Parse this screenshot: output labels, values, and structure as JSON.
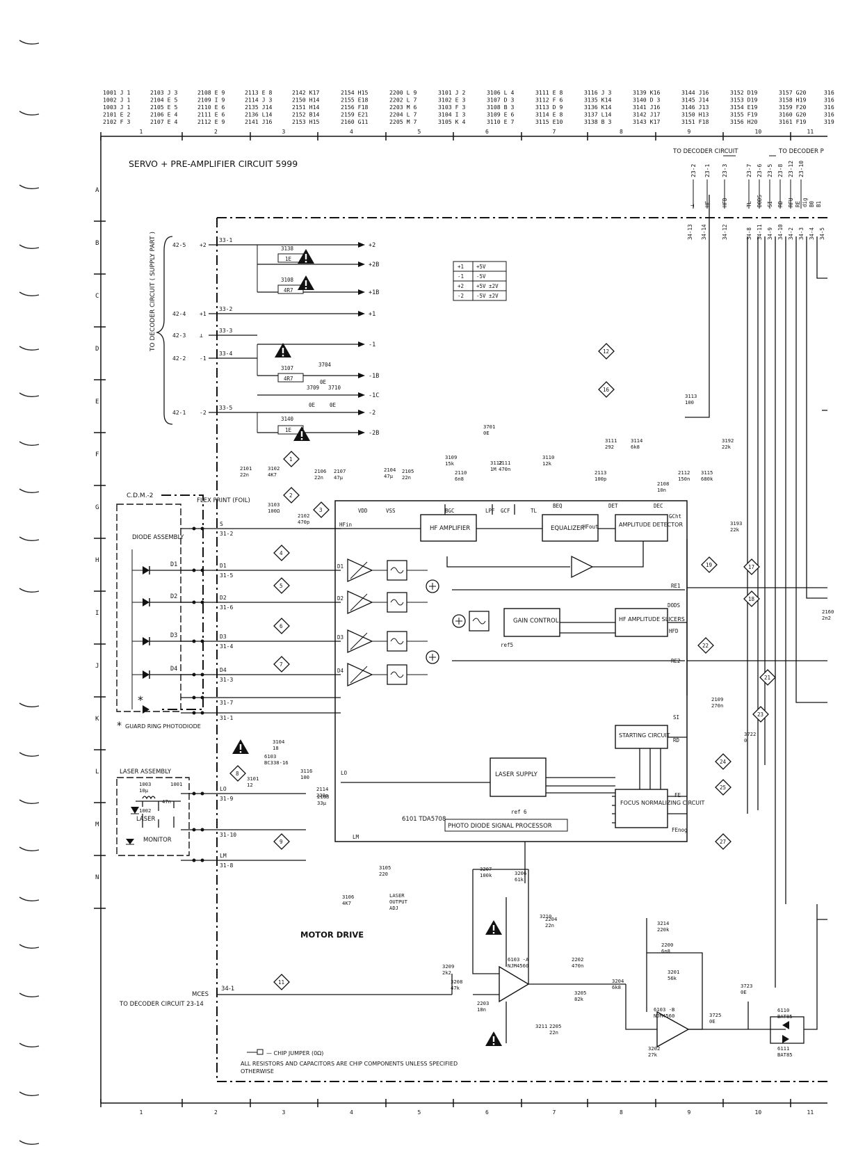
{
  "title": "SERVO + PRE-AMPLIFIER CIRCUIT 5999",
  "motor_drive": "MOTOR DRIVE",
  "ref_index": [
    [
      "1001 J 1",
      "1002 J 1",
      "1003 J 1",
      "2101 E 2",
      "2102 F 3"
    ],
    [
      "2103 J 3",
      "2104 E 5",
      "2105 E 5",
      "2106 E 4",
      "2107 E 4"
    ],
    [
      "2108 E 9",
      "2109 I 9",
      "2110 E 6",
      "2111 E 6",
      "2112 E 9"
    ],
    [
      "2113 E 8",
      "2114 J 3",
      "2135 J14",
      "2136 L14",
      "2141 J16"
    ],
    [
      "2142 K17",
      "2150 H14",
      "2151 H14",
      "2152 B14",
      "2153 H15"
    ],
    [
      "2154 H15",
      "2155 E18",
      "2156 F18",
      "2159 E21",
      "2160 G11"
    ],
    [
      "2200 L 9",
      "2202 L 7",
      "2203 M 6",
      "2204 L 7",
      "2205 M 7"
    ],
    [
      "3101 J 2",
      "3102 E 3",
      "3103 F 3",
      "3104 I 3",
      "3105 K 4"
    ],
    [
      "3106 L 4",
      "3107 D 3",
      "3108 B 3",
      "3109 E 6",
      "3110 E 7"
    ],
    [
      "3111 E 8",
      "3112 F 6",
      "3113 D 9",
      "3114 E 8",
      "3115 E10"
    ],
    [
      "3116 J 3",
      "3135 K14",
      "3136 K14",
      "3137 L14",
      "3138 B 3"
    ],
    [
      "3139 K16",
      "3140 D 3",
      "3141 J16",
      "3142 J17",
      "3143 K17"
    ],
    [
      "3144 J16",
      "3145 J14",
      "3146 J13",
      "3150 H13",
      "3151 F18"
    ],
    [
      "3152 D19",
      "3153 D19",
      "3154 E19",
      "3155 F19",
      "3156 H20"
    ],
    [
      "3157 G20",
      "3158 H19",
      "3159 F20",
      "3160 G20",
      "3161 F19"
    ],
    [
      "316",
      "316",
      "316",
      "316",
      "319"
    ]
  ],
  "col_numbers": [
    "1",
    "2",
    "3",
    "4",
    "5",
    "6",
    "7",
    "8",
    "9",
    "10",
    "11"
  ],
  "row_letters": [
    "A",
    "B",
    "C",
    "D",
    "E",
    "F",
    "G",
    "H",
    "I",
    "J",
    "K",
    "L",
    "M",
    "N"
  ],
  "to_decoder_left": "TO DECODER CIRCUIT",
  "to_decoder_right": "TO DECODER P",
  "supply_side_label": "TO DECODER CIRCUIT ( SUPPLY PART )",
  "supply_table": [
    [
      "+1",
      "+5V"
    ],
    [
      "-1",
      "-5V"
    ],
    [
      "+2",
      "+5V ±2V"
    ],
    [
      "-2",
      "-5V ±2V"
    ]
  ],
  "top_connectors": [
    "23-2",
    "23-1",
    "23-3",
    "23-7",
    "23-6",
    "23-5",
    "23-8",
    "23-12",
    "23-10"
  ],
  "top_signals": [
    "⊥",
    "HF",
    "HFD",
    "TL",
    "DODS",
    "SI",
    "RD",
    "RFU",
    "RE",
    "dig",
    "B0",
    "B1"
  ],
  "pins34": [
    "34-13",
    "34-14",
    "34-12",
    "34-8",
    "34-11",
    "34-9",
    "34-10",
    "34-2",
    "34-3",
    "34-4",
    "34-5"
  ],
  "supply_rows": [
    {
      "p42": "42-5",
      "sig": "+2",
      "p33": "33-1"
    },
    {
      "p42": "42-4",
      "sig": "+1",
      "p33": "33-2"
    },
    {
      "p42": "42-3",
      "sig": "⊥",
      "p33": "33-3"
    },
    {
      "p42": "42-2",
      "sig": "-1",
      "p33": "33-4"
    },
    {
      "p42": "42-1",
      "sig": "-2",
      "p33": "33-5"
    }
  ],
  "supply_out": [
    "+2",
    "+2B",
    "+1B",
    "+1",
    "-1",
    "-1B",
    "-1C",
    "-2",
    "-2B"
  ],
  "supply_res": [
    "3138",
    "1E",
    "3108",
    "4R7",
    "3107",
    "4R7",
    "3704",
    "0E",
    "3709",
    "0E",
    "3710",
    "0E",
    "3140",
    "1E"
  ],
  "cdm": "C.D.M.-2",
  "diode_assembly": "DIODE ASSEMBLY",
  "flex": "FLEX PRINT (FOIL)",
  "diodes": [
    "D1",
    "D2",
    "D3",
    "D4"
  ],
  "guard_ring": "GUARD RING PHOTODIODE",
  "laser_assembly": "LASER ASSEMBLY",
  "laser": "LASER",
  "monitor": "MONITOR",
  "flex_pins": [
    "S",
    "31-2",
    "D1",
    "31-5",
    "D2",
    "31-6",
    "D3",
    "31-4",
    "D4",
    "31-3",
    "31-7",
    "31-1",
    "LO",
    "31-9",
    "31-10",
    "LM",
    "31-8"
  ],
  "ic_name": "6101 TDA5708",
  "ic_desc": "PHOTO DIODE SIGNAL PROCESSOR",
  "blocks": {
    "hf_amp": "HF AMPLIFIER",
    "equalizer": "EQUALIZER",
    "amp_det": "AMPLITUDE DETECTOR",
    "gain": "GAIN CONTROL",
    "slicers": "HF AMPLITUDE SLICERS",
    "starting": "STARTING CIRCUIT",
    "laser_supply": "LASER SUPPLY",
    "focus": "FOCUS NORMALIZING CIRCUIT"
  },
  "ic_pins": [
    "HFin",
    "VDD",
    "VSS",
    "BGC",
    "LPF",
    "GCF",
    "TL",
    "BEQ",
    "HFout",
    "DET",
    "DEC",
    "GCht",
    "RE1",
    "DODS",
    "HFD",
    "RE2",
    "SI",
    "RD",
    "FE",
    "FEnog",
    "LO",
    "LM"
  ],
  "components": [
    "2101 22n",
    "3102 4K7",
    "3103 100Ω",
    "2102 470p",
    "2106 22n",
    "2107 47µ",
    "2104 47µ",
    "2105 22n",
    "3109 15k",
    "2110 6n8",
    "3112 1M",
    "2111 470n",
    "3110 12k",
    "3701 0E",
    "2113 100p",
    "3111 292",
    "3114 6k8",
    "2108 10n",
    "2112 150n",
    "3115 680k",
    "3113 100",
    "3192 22k",
    "3193 22k",
    "2109 270n",
    "3722 0",
    "2160 2n2"
  ],
  "laser_parts": [
    "3104 18",
    "6103 BC338-16",
    "3101 12",
    "3116 100",
    "2114 220p",
    "2103 33µ",
    "1003 10µ",
    "1001",
    "47n",
    "1002"
  ],
  "motor_parts": [
    "3105 220",
    "3106 4K7",
    "LASER OUTPUT ADJ",
    "3207 100k",
    "3206 61k",
    "3210",
    "2204 22n",
    "6103 -A NJM4560",
    "2202 470n",
    "3205 82k",
    "3204 6k8",
    "3209 2k2",
    "3208 47k",
    "2203 18n",
    "3211",
    "2205 22n",
    "3214 220k",
    "2200 6n8",
    "3201 56k",
    "6103 -B NJM4560",
    "3202 27k",
    "3725 0E",
    "3723 0E",
    "6110 BAT85",
    "6111 BAT85"
  ],
  "mces": "MCES",
  "mces_pin": "34-1",
  "to_decoder_bottom": "TO DECODER CIRCUIT 23-14",
  "legend_jumper": "— CHIP JUMPER (0Ω)",
  "legend_note": "ALL RESISTORS AND CAPACITORS ARE CHIP COMPONENTS UNLESS SPECIFIED OTHERWISE",
  "markers": [
    "1",
    "2",
    "3",
    "4",
    "5",
    "6",
    "7",
    "8",
    "9",
    "11",
    "12",
    "16",
    "17",
    "18",
    "19",
    "21",
    "22",
    "23",
    "24",
    "25",
    "27"
  ]
}
